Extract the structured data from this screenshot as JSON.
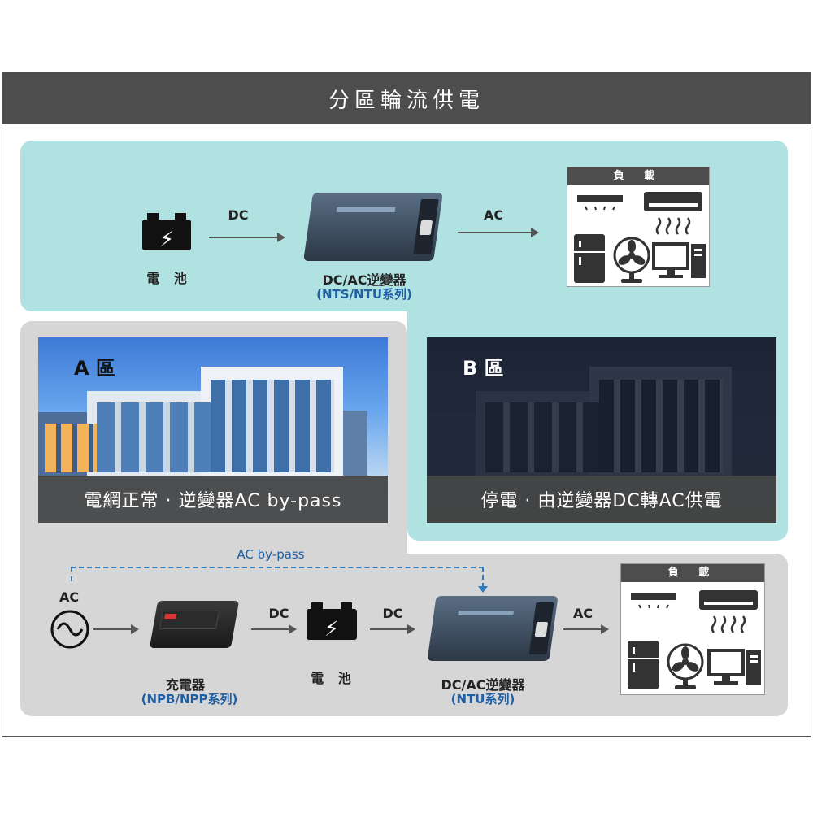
{
  "header": {
    "title": "分區輪流供電"
  },
  "top_flow": {
    "battery_label": "電 池",
    "dc_label": "DC",
    "inverter_label": "DC/AC逆變器",
    "inverter_series": "(NTS/NTU系列)",
    "ac_label": "AC",
    "load_title": "負 載"
  },
  "zone_a": {
    "name": "A 區",
    "caption": "電網正常 · 逆變器AC by-pass"
  },
  "zone_b": {
    "name": "B 區",
    "caption": "停電 · 由逆變器DC轉AC供電"
  },
  "bottom_flow": {
    "bypass_label": "AC by-pass",
    "ac_source_label": "AC",
    "charger_label": "充電器",
    "charger_series": "(NPB/NPP系列)",
    "dc_label_1": "DC",
    "battery_label": "電 池",
    "dc_label_2": "DC",
    "inverter_label": "DC/AC逆變器",
    "inverter_series": "(NTU系列)",
    "ac_label": "AC",
    "load_title": "負 載"
  },
  "colors": {
    "teal": "#b1e2e2",
    "grey": "#d6d6d6",
    "header": "#4d4d4d",
    "blue_text": "#1f5fa6",
    "dashed": "#2c7bbf"
  }
}
